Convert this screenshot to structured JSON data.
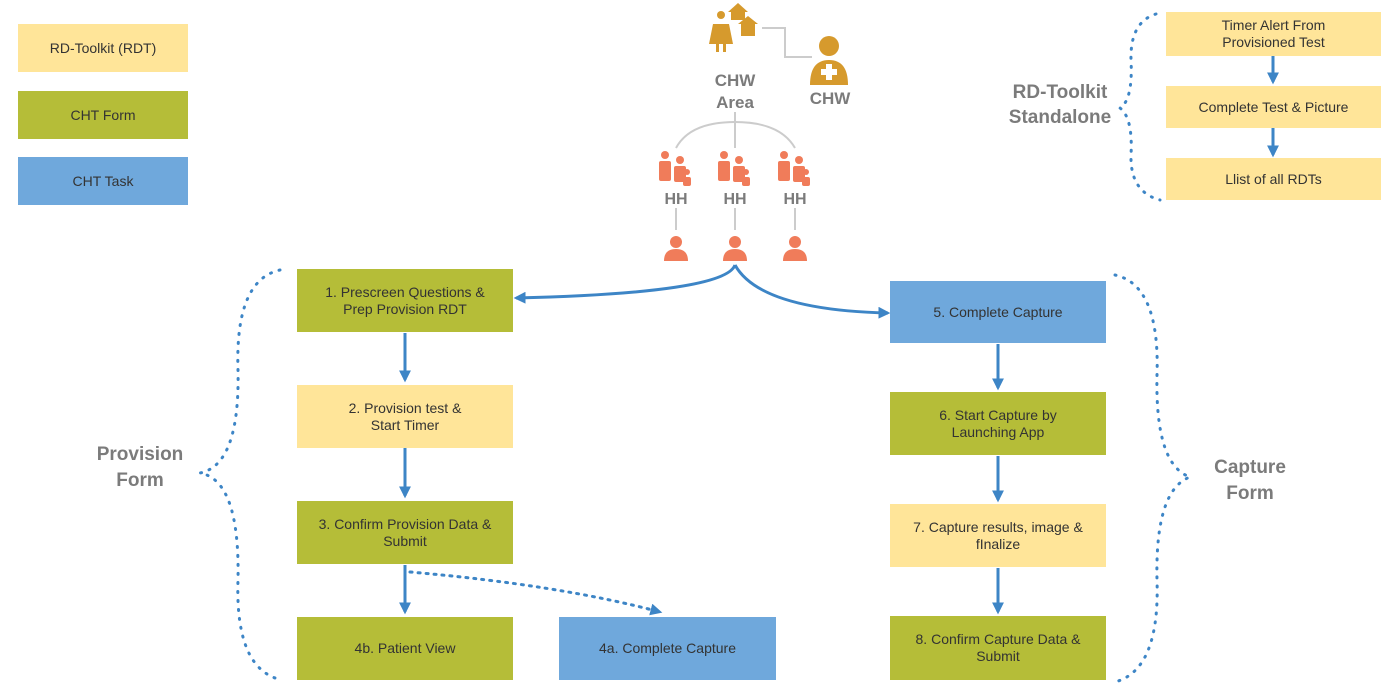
{
  "legend": {
    "rdt": "RD-Toolkit (RDT)",
    "form": "CHT Form",
    "task": "CHT Task"
  },
  "hierarchy": {
    "area_label": "CHW\nArea",
    "chw_label": "CHW",
    "hh_labels": [
      "HH",
      "HH",
      "HH"
    ]
  },
  "standalone": {
    "label": "RD-Toolkit\nStandalone",
    "steps": [
      "Timer Alert From\nProvisioned Test",
      "Complete Test & Picture",
      "Llist of all RDTs"
    ]
  },
  "provision": {
    "label": "Provision\nForm",
    "steps": [
      "1. Prescreen Questions &\nPrep Provision RDT",
      "2. Provision test &\nStart Timer",
      "3. Confirm Provision Data &\nSubmit",
      "4b. Patient View",
      "4a. Complete Capture"
    ]
  },
  "capture": {
    "label": "Capture\nForm",
    "steps": [
      "5. Complete Capture",
      "6. Start Capture by\nLaunching App",
      "7. Capture results, image &\nfInalize",
      "8. Confirm Capture Data &\nSubmit"
    ]
  },
  "colors": {
    "rdt": "#FFE599",
    "form": "#B5BD38",
    "task": "#6FA8DC",
    "arrow": "#3D85C6",
    "person": "#F07C5A",
    "chw": "#D69A2D",
    "label_grey": "#7B7B7B"
  }
}
